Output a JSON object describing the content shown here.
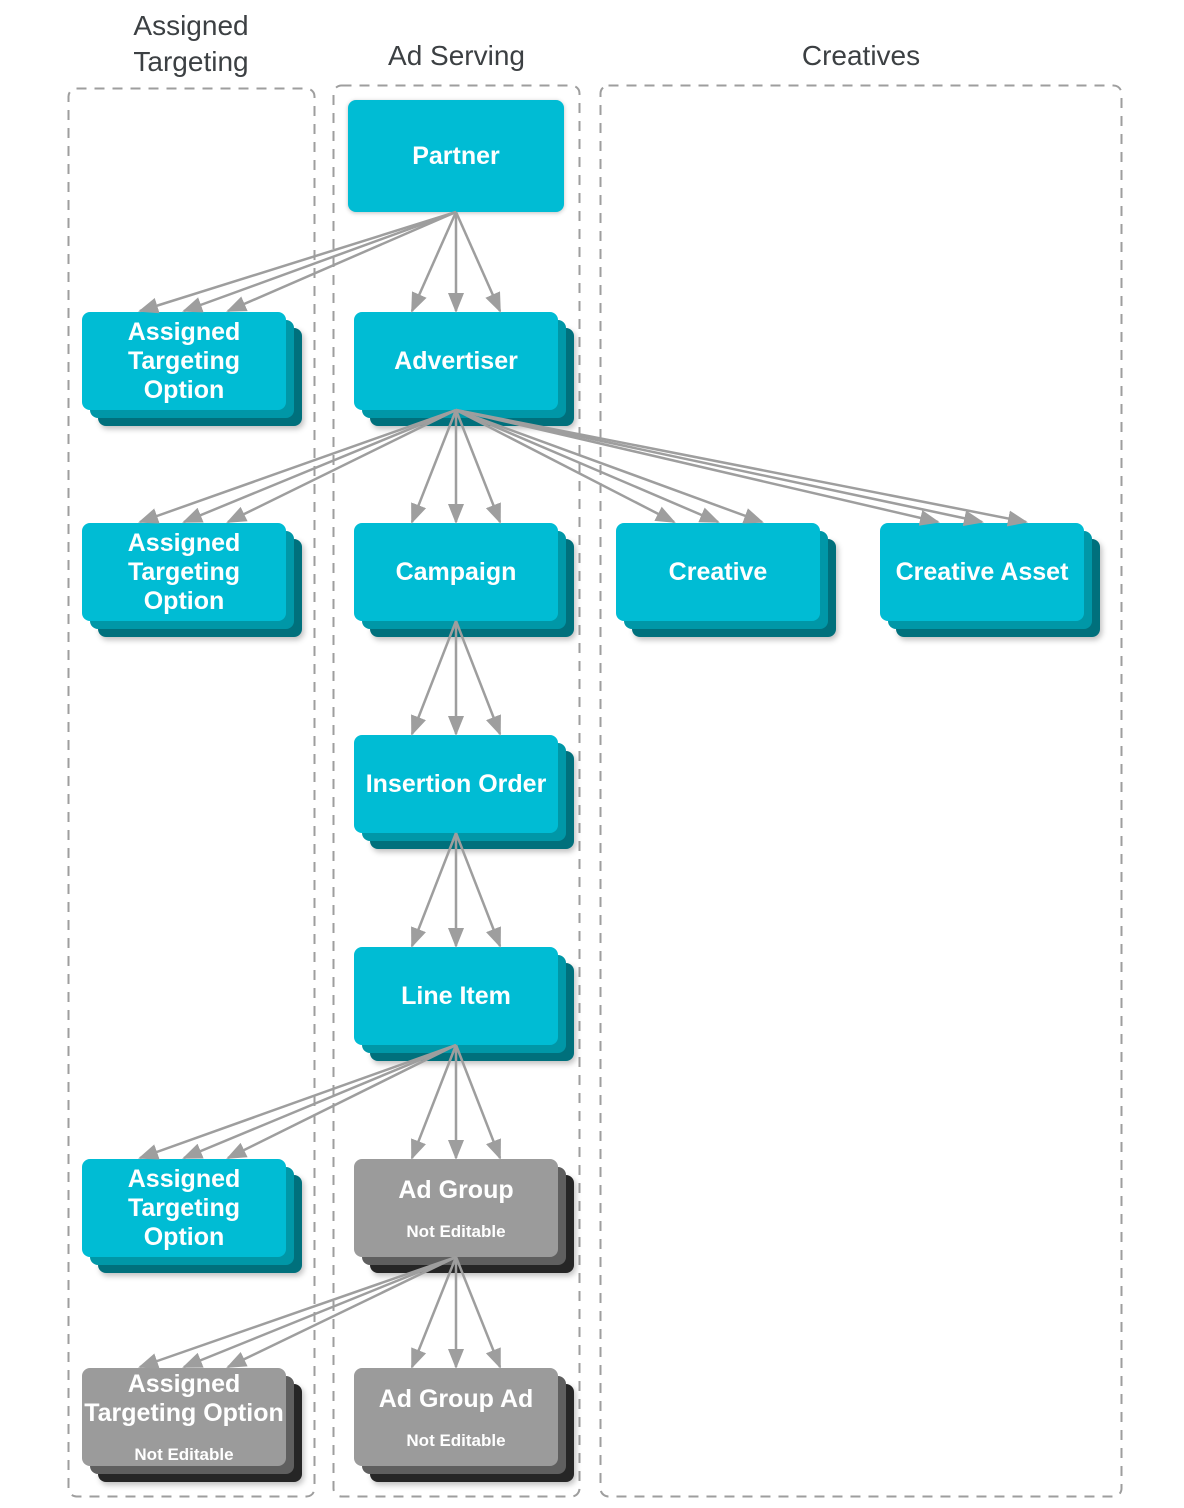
{
  "headers": {
    "assigned_targeting": "Assigned Targeting",
    "ad_serving": "Ad Serving",
    "creatives": "Creatives"
  },
  "colors": {
    "cyan_face": "#00BCD4",
    "cyan_mid": "#0097A7",
    "cyan_back": "#00707C",
    "gray_face": "#9B9B9B",
    "gray_mid": "#5F5F5F",
    "gray_back": "#262626",
    "arrow": "#9E9E9E",
    "border": "#9E9E9E",
    "header_text": "#3C4043"
  },
  "boxes": {
    "partner": {
      "label": "Partner"
    },
    "advertiser": {
      "label": "Advertiser"
    },
    "campaign": {
      "label": "Campaign"
    },
    "insertion_order": {
      "label": "Insertion Order"
    },
    "line_item": {
      "label": "Line Item"
    },
    "creative": {
      "label": "Creative"
    },
    "creative_asset": {
      "label": "Creative Asset"
    },
    "ato1": {
      "lines": [
        "Assigned",
        "Targeting",
        "Option"
      ]
    },
    "ato2": {
      "lines": [
        "Assigned",
        "Targeting",
        "Option"
      ]
    },
    "ato3": {
      "lines": [
        "Assigned",
        "Targeting",
        "Option"
      ]
    },
    "ad_group": {
      "label": "Ad Group",
      "sublabel": "Not Editable"
    },
    "ato4": {
      "lines": [
        "Assigned",
        "Targeting Option"
      ],
      "sublabel": "Not Editable"
    },
    "ad_group_ad": {
      "label": "Ad Group Ad",
      "sublabel": "Not Editable"
    }
  },
  "links": [
    {
      "from": "partner",
      "to": "ato1"
    },
    {
      "from": "partner",
      "to": "advertiser"
    },
    {
      "from": "advertiser",
      "to": "ato2"
    },
    {
      "from": "advertiser",
      "to": "campaign"
    },
    {
      "from": "advertiser",
      "to": "creative"
    },
    {
      "from": "advertiser",
      "to": "creative_asset"
    },
    {
      "from": "campaign",
      "to": "insertion_order"
    },
    {
      "from": "insertion_order",
      "to": "line_item"
    },
    {
      "from": "line_item",
      "to": "ato3"
    },
    {
      "from": "line_item",
      "to": "ad_group"
    },
    {
      "from": "ad_group",
      "to": "ato4"
    },
    {
      "from": "ad_group",
      "to": "ad_group_ad"
    }
  ]
}
